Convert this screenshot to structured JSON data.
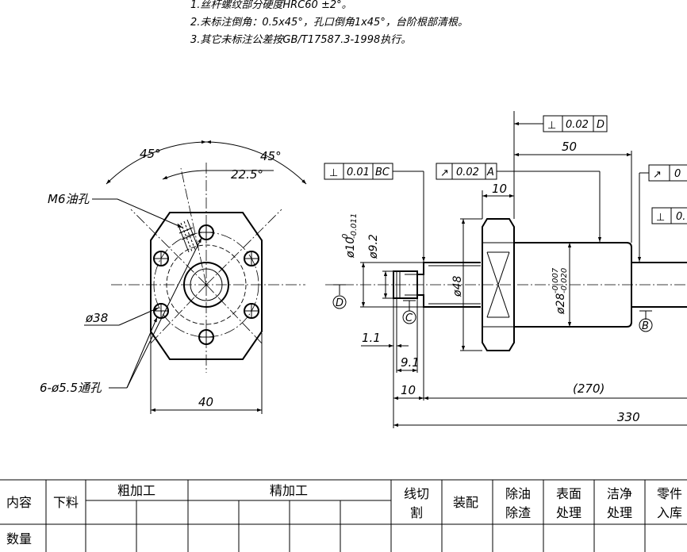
{
  "notes": [
    "1.丝杆螺纹部分硬度HRC60 ±2°。",
    "2.未标注倒角：0.5x45°，孔口倒角1x45°，台阶根部清根。",
    "3.其它未标注公差按GB/T17587.3-1998执行。"
  ],
  "front_view": {
    "angle_left": "45°",
    "angle_right": "45°",
    "angle_half": "22.5°",
    "oil_hole": "M6油孔",
    "pcd": "ø38",
    "holes": "6-ø5.5通孔",
    "width": "40"
  },
  "side_view": {
    "fcf_perp_bc": {
      "symbol": "⊥",
      "value": "0.01",
      "datum": "BC"
    },
    "fcf_runout_a": {
      "symbol": "↗",
      "value": "0.02",
      "datum": "A"
    },
    "fcf_perp_d": {
      "symbol": "⊥",
      "value": "0.02",
      "datum": "D"
    },
    "fcf_runout_right": {
      "symbol": "↗",
      "value": "0"
    },
    "fcf_perp_right": {
      "symbol": "⊥",
      "value": "0."
    },
    "dim_50": "50",
    "dim_10_top": "10",
    "dim_dia10": "ø10",
    "dim_dia10_upper": "0",
    "dim_dia10_lower": "-0.011",
    "dim_dia9_2": "ø9.2",
    "dim_dia48": "ø48",
    "dim_dia28": "ø28",
    "dim_dia28_upper": "-0.007",
    "dim_dia28_lower": "-0.020",
    "dim_1_1": "1.1",
    "dim_9_1": "9.1",
    "dim_10_bottom": "10",
    "dim_270": "(270)",
    "dim_330": "330",
    "datum_d": "D",
    "datum_c": "C",
    "datum_b": "B"
  },
  "table": {
    "row1": {
      "c1": "内容",
      "c2": "下料",
      "c3": "粗加工",
      "c4": "精加工",
      "c5a": "线切",
      "c5b": "割",
      "c6": "装配",
      "c7a": "除油",
      "c7b": "除渣",
      "c8a": "表面",
      "c8b": "处理",
      "c9a": "洁净",
      "c9b": "处理",
      "c10a": "零件",
      "c10b": "入库"
    },
    "row2": {
      "c1": "数量"
    }
  }
}
